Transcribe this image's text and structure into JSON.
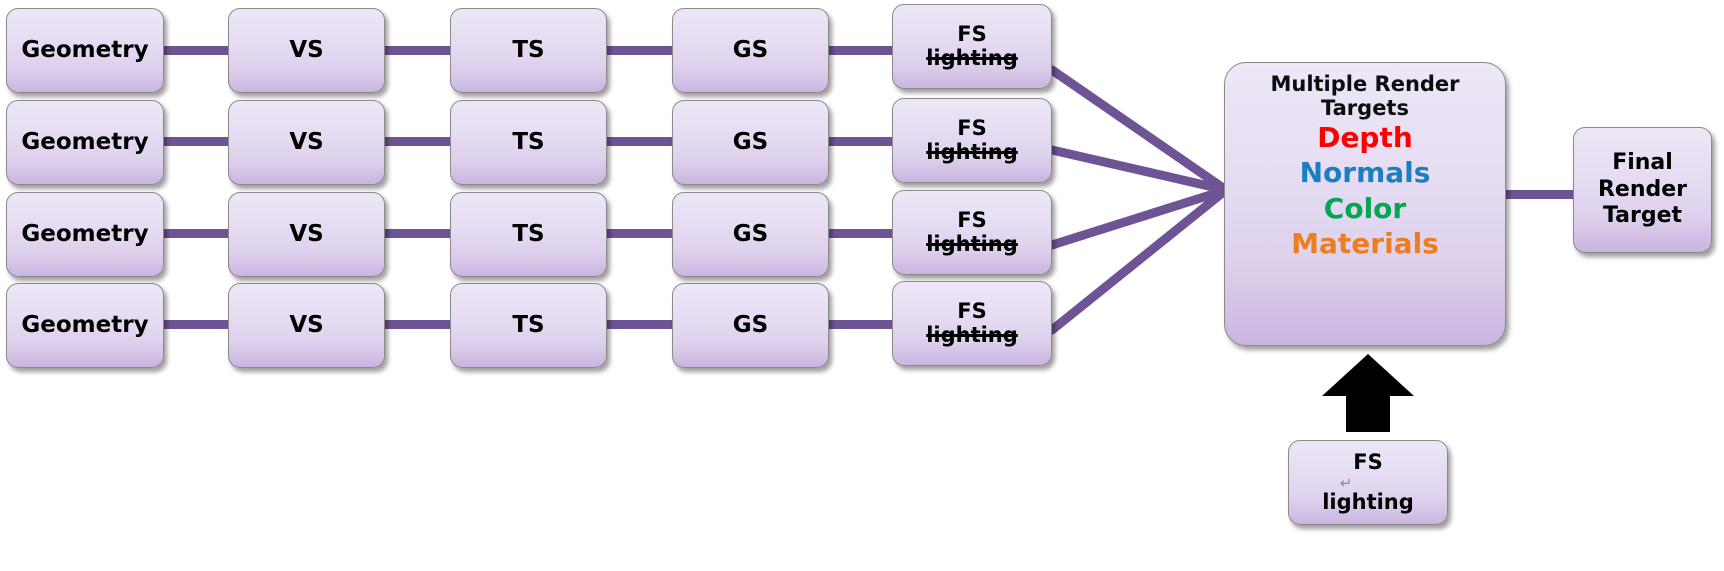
{
  "diagram": {
    "title": "Deferred shading multi-pass graphics pipeline",
    "colors": {
      "node_border": "#8a8a8a",
      "node_fill_top": "#ede7f6",
      "node_fill_bottom": "#c9b5e0",
      "connector": "#6f5495",
      "arrow": "#000000",
      "depth": "#ff0000",
      "normals": "#1a7fc1",
      "color": "#00a651",
      "materials": "#ed7d1f"
    },
    "pipeline_rows": [
      {
        "stages": [
          {
            "label": "Geometry"
          },
          {
            "label": "VS"
          },
          {
            "label": "TS"
          },
          {
            "label": "GS"
          }
        ],
        "fragment_stage": {
          "line1": "FS",
          "line2": "lighting",
          "struck": true
        }
      },
      {
        "stages": [
          {
            "label": "Geometry"
          },
          {
            "label": "VS"
          },
          {
            "label": "TS"
          },
          {
            "label": "GS"
          }
        ],
        "fragment_stage": {
          "line1": "FS",
          "line2": "lighting",
          "struck": true
        }
      },
      {
        "stages": [
          {
            "label": "Geometry"
          },
          {
            "label": "VS"
          },
          {
            "label": "TS"
          },
          {
            "label": "GS"
          }
        ],
        "fragment_stage": {
          "line1": "FS",
          "line2": "lighting",
          "struck": true
        }
      },
      {
        "stages": [
          {
            "label": "Geometry"
          },
          {
            "label": "VS"
          },
          {
            "label": "TS"
          },
          {
            "label": "GS"
          }
        ],
        "fragment_stage": {
          "line1": "FS",
          "line2": "lighting",
          "struck": true
        }
      }
    ],
    "mrt": {
      "header_line1": "Multiple Render",
      "header_line2": "Targets",
      "channels": [
        {
          "label": "Depth",
          "color": "#ff0000"
        },
        {
          "label": "Normals",
          "color": "#1a7fc1"
        },
        {
          "label": "Color",
          "color": "#00a651"
        },
        {
          "label": "Materials",
          "color": "#ed7d1f"
        }
      ]
    },
    "final_render_target": {
      "line1": "Final",
      "line2": "Render",
      "line3": "Target"
    },
    "lighting_pass": {
      "line1": "FS",
      "return_symbol": "↵",
      "line2": "lighting",
      "struck": false
    }
  }
}
